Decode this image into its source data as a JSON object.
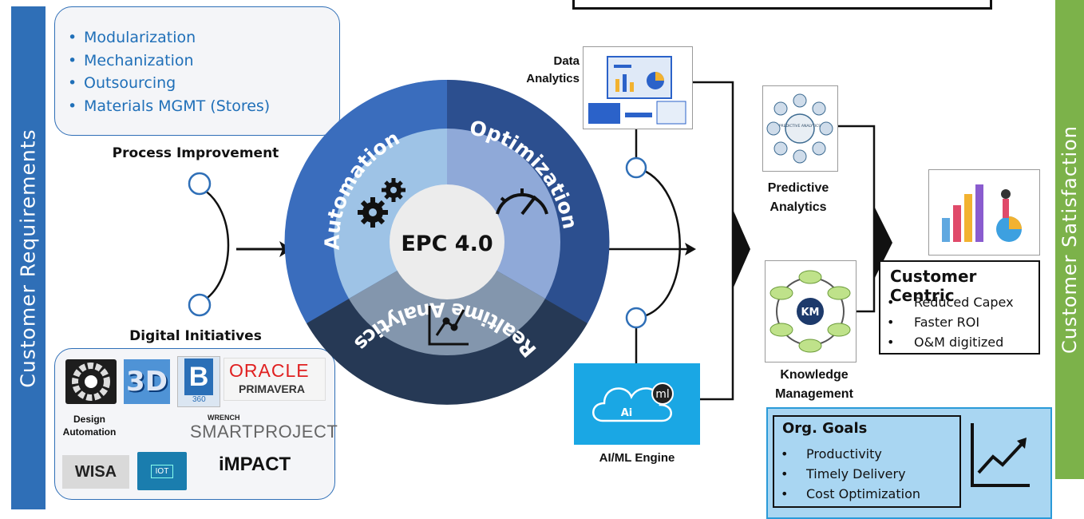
{
  "left_bar": "Customer Requirements",
  "right_bar": "Customer Satisfaction",
  "process_box": {
    "items": [
      "Modularization",
      "Mechanization",
      "Outsourcing",
      "Materials MGMT (Stores)"
    ]
  },
  "process_label": "Process Improvement",
  "digital_label": "Digital Initiatives",
  "digital_box": {
    "oracle": "ORACLE",
    "primavera": "PRIMAVERA",
    "design_automation": "Design\nAutomation",
    "wrench": "WRENCH",
    "smartproject": "SMARTPROJECT",
    "wisa": "WISA",
    "iot": "IOT",
    "impact": "iMPACT",
    "b360": "360",
    "b": "B",
    "three_d": "3D"
  },
  "wheel": {
    "center": "EPC 4.0",
    "automation": "Automation",
    "optimization": "Optimization",
    "realtime": "Realtime Analytics"
  },
  "data_analytics": "Data\nAnalytics",
  "aiml": "AI/ML Engine",
  "ai_icon": {
    "ml": "ml",
    "ai": "Ai"
  },
  "predictive": "Predictive\nAnalytics",
  "predictive_icon": "PREDICTIVE ANALYTICS",
  "km_label": "Knowledge\nManagement",
  "km_icon": "KM",
  "customer_centric": {
    "title": "Customer Centric",
    "items": [
      "Reduced Capex",
      "Faster ROI",
      "O&M digitized"
    ]
  },
  "org_goals": {
    "title": "Org. Goals",
    "items": [
      "Productivity",
      "Timely Delivery",
      "Cost Optimization"
    ]
  },
  "colors": {
    "blue_bar": "#2f6fb7",
    "green_bar": "#7cb24a",
    "light_blue": "#a9d6f2",
    "process_text": "#1f6fb8"
  }
}
